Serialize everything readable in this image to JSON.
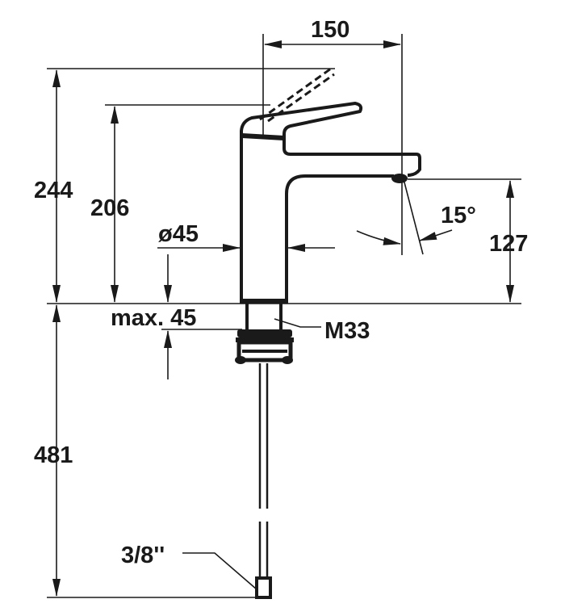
{
  "drawing": {
    "dimensions": {
      "total_height": "244",
      "handle_height": "206",
      "spout_reach": "150",
      "spout_height": "127",
      "body_diameter": "ø45",
      "max_deck_thickness": "max. 45",
      "hose_length": "481",
      "spout_angle": "15°",
      "thread": "M33",
      "hose_connection": "3/8''"
    },
    "line_color": "#1a1a1a"
  }
}
